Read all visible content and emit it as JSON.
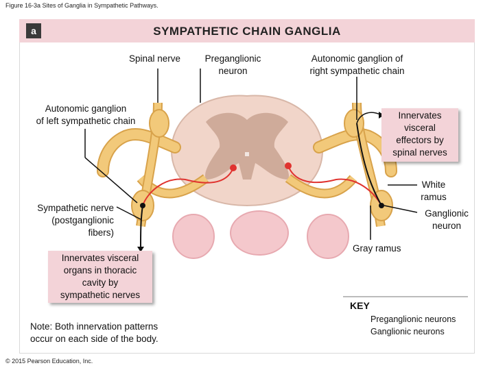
{
  "figure_title": "Figure 16-3a Sites of Ganglia in Sympathetic Pathways.",
  "panel": {
    "badge": "a",
    "title": "SYMPATHETIC CHAIN GANGLIA"
  },
  "labels": {
    "spinal_nerve": "Spinal nerve",
    "preganglionic_line1": "Preganglionic",
    "preganglionic_line2": "neuron",
    "right_ganglion_line1": "Autonomic ganglion of",
    "right_ganglion_line2": "right sympathetic chain",
    "left_ganglion_line1": "Autonomic ganglion",
    "left_ganglion_line2": "of left sympathetic chain",
    "innervates_visceral_effectors": [
      "Innervates",
      "visceral",
      "effectors by",
      "spinal nerves"
    ],
    "white_ramus": [
      "White",
      "ramus"
    ],
    "sympathetic_nerve": [
      "Sympathetic nerve",
      "(postganglionic",
      "fibers)"
    ],
    "ganglionic_neuron": [
      "Ganglionic",
      "neuron"
    ],
    "gray_ramus": "Gray ramus",
    "innervates_visceral_organs": [
      "Innervates visceral",
      "organs in thoracic",
      "cavity by",
      "sympathetic nerves"
    ],
    "note": [
      "Note: Both innervation patterns",
      "occur on each side of the body."
    ]
  },
  "key": {
    "title": "KEY",
    "items": [
      {
        "label": "Preganglionic neurons",
        "color": "#e0332f"
      },
      {
        "label": "Ganglionic neurons",
        "color": "#111111"
      }
    ]
  },
  "colors": {
    "header": "#f3d3d8",
    "nerve": "#f2c97a",
    "nerve_outline": "#d8a24a",
    "spinal_cord": "#f1d5c9",
    "gray_matter": "#c9a392",
    "organ": "#f4c8cc"
  },
  "copyright": "© 2015 Pearson Education, Inc."
}
